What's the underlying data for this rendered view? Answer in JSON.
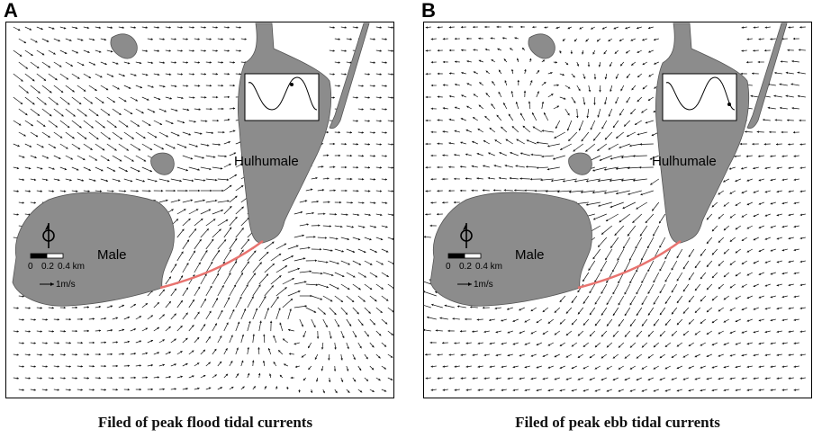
{
  "panels": [
    {
      "letter": "A",
      "caption": "Filed of peak flood tidal currents",
      "island_male": "Male",
      "island_hulhumale": "Hulhumale",
      "scale_ticks": [
        "0",
        "0.2",
        "0.4 km"
      ],
      "velocity_ref": "1m/s",
      "tide_phase": "flood"
    },
    {
      "letter": "B",
      "caption": "Filed of peak ebb tidal currents",
      "island_male": "Male",
      "island_hulhumale": "Hulhumale",
      "scale_ticks": [
        "0",
        "0.2",
        "0.4 km"
      ],
      "velocity_ref": "1m/s",
      "tide_phase": "ebb"
    }
  ],
  "colors": {
    "land": "#8c8c8c",
    "arrows": "#111111",
    "section_line": "#e8736f",
    "frame": "#000000"
  },
  "icons": [
    "north-arrow-icon",
    "scale-bar-icon",
    "tide-curve-inset"
  ]
}
